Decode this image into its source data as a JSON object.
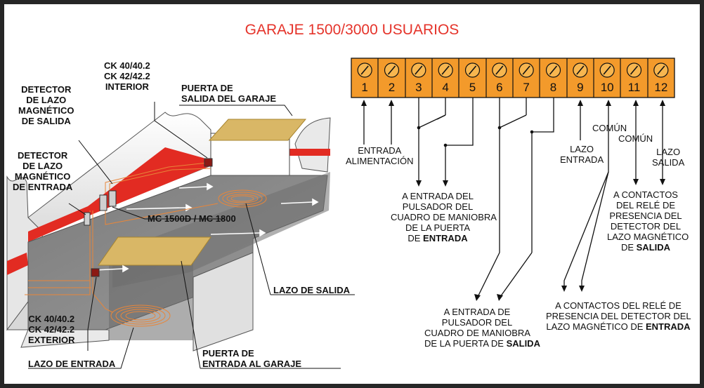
{
  "title": "GARAJE 1500/3000 USUARIOS",
  "terminals": [
    "1",
    "2",
    "3",
    "4",
    "5",
    "6",
    "7",
    "8",
    "9",
    "10",
    "11",
    "12"
  ],
  "colors": {
    "terminal": "#f39a2b",
    "title": "#e5332a",
    "red_stripe": "#e22b22",
    "loop": "#e8863a"
  },
  "left_labels": {
    "ck_interior": [
      "CK 40/40.2",
      "CK 42/42.2",
      "INTERIOR"
    ],
    "puerta_salida": [
      "PUERTA DE",
      "SALIDA DEL GARAJE"
    ],
    "detector_salida": [
      "DETECTOR",
      "DE LAZO",
      "MAGNÉTICO",
      "DE SALIDA"
    ],
    "detector_entrada": [
      "DETECTOR",
      "DE LAZO",
      "MAGNÉTICO",
      "DE ENTRADA"
    ],
    "mc": "MC 1500D / MC 1800",
    "lazo_salida": "LAZO DE SALIDA",
    "ck_exterior": [
      "CK 40/40.2",
      "CK 42/42.2",
      "EXTERIOR"
    ],
    "puerta_entrada": [
      "PUERTA DE",
      "ENTRADA AL GARAJE"
    ],
    "lazo_entrada": "LAZO DE ENTRADA"
  },
  "right_labels": {
    "entrada_alim": [
      "ENTRADA",
      "ALIMENTACIÓN"
    ],
    "comun_1": "COMÚN",
    "comun_2": "COMÚN",
    "lazo_entrada": [
      "LAZO",
      "ENTRADA"
    ],
    "lazo_salida": [
      "LAZO",
      "SALIDA"
    ],
    "pulsador_entrada": [
      "A ENTRADA DEL",
      "PULSADOR DEL",
      "CUADRO DE MANIOBRA",
      "DE LA PUERTA",
      "DE "
    ],
    "pulsador_entrada_bold": "ENTRADA",
    "contactos_salida": [
      "A CONTACTOS",
      "DEL RELÉ DE",
      "PRESENCIA DEL",
      "DETECTOR DEL",
      "LAZO MAGNÉTICO",
      "DE "
    ],
    "contactos_salida_bold": "SALIDA",
    "pulsador_salida": [
      "A ENTRADA DE",
      "PULSADOR DEL",
      "CUADRO DE MANIOBRA",
      "DE LA PUERTA DE "
    ],
    "pulsador_salida_bold": "SALIDA",
    "contactos_entrada": [
      "A CONTACTOS DEL RELÉ DE",
      "PRESENCIA DEL DETECTOR DEL",
      "LAZO MAGNÉTICO DE "
    ],
    "contactos_entrada_bold": "ENTRADA"
  }
}
